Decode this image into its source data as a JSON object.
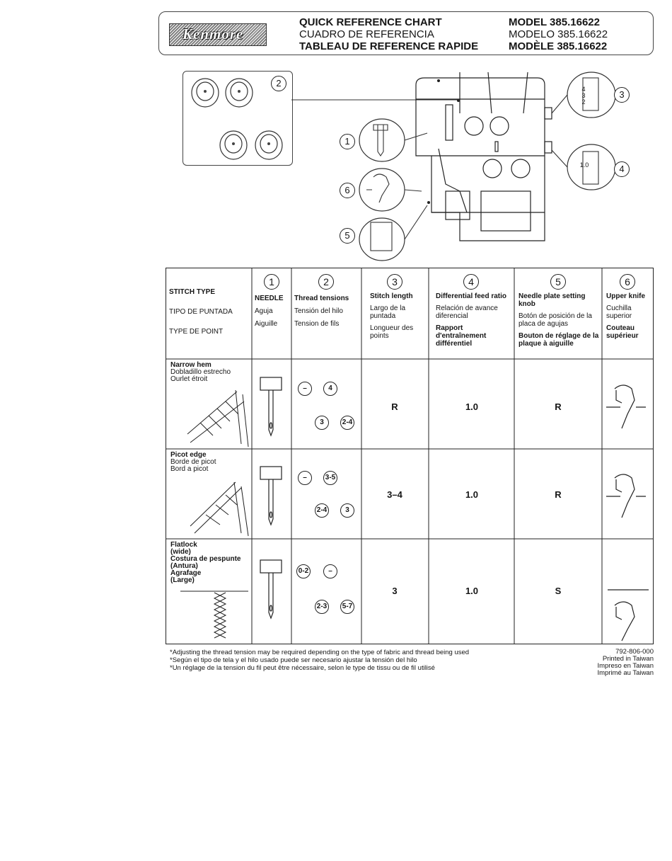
{
  "header": {
    "logo_text": "Kenmore",
    "title_lines": [
      "QUICK REFERENCE CHART",
      "CUADRO DE REFERENCIA",
      "TABLEAU DE REFERENCE RAPIDE"
    ],
    "model_lines": [
      "MODEL 385.16622",
      "MODELO 385.16622",
      "MODÈLE 385.16622"
    ]
  },
  "diagram": {
    "callouts": [
      "1",
      "2",
      "3",
      "4",
      "5",
      "6"
    ],
    "gauge_stitch": [
      "4",
      "3",
      "2"
    ],
    "gauge_diff": "1.0"
  },
  "table": {
    "col_numbers": [
      "1",
      "2",
      "3",
      "4",
      "5",
      "6"
    ],
    "stitch_type": [
      "STITCH TYPE",
      "TIPO DE PUNTADA",
      "TYPE DE POINT"
    ],
    "needle": [
      "NEEDLE",
      "Aguja",
      "Aiguille"
    ],
    "thread": [
      "Thread tensions",
      "Tensión del hilo",
      "Tension de fils"
    ],
    "stitch_length": [
      "Stitch length",
      "Largo de la puntada",
      "Longueur des points"
    ],
    "diff_feed": [
      "Differential feed ratio",
      "Relación de avance diferencial",
      "Rapport d'entraînement différentiel"
    ],
    "needle_plate": [
      "Needle plate setting knob",
      "Botón de posición de la placa de agujas",
      "Bouton de réglage de la plaque à aiguille"
    ],
    "upper_knife": [
      "Upper knife",
      "Cuchilla superior",
      "Couteau supérieur"
    ],
    "rows": [
      {
        "names": [
          "Narrow hem",
          "Dobladillo estrecho",
          "Ourlet étroit"
        ],
        "tensions": [
          "–",
          "4",
          "3",
          "2-4"
        ],
        "length": "R",
        "diff": "1.0",
        "plate": "R"
      },
      {
        "names": [
          "Picot edge",
          "Borde de picot",
          "Bord a picot"
        ],
        "tensions": [
          "–",
          "3-5",
          "2-4",
          "3"
        ],
        "length": "3–4",
        "diff": "1.0",
        "plate": "R"
      },
      {
        "names": [
          "Flatlock",
          "(wide)",
          "Costura de pespunte",
          "(Antura)",
          "Agrafage",
          "(Large)"
        ],
        "tensions": [
          "0-2",
          "–",
          "2-3",
          "5-7"
        ],
        "length": "3",
        "diff": "1.0",
        "plate": "S"
      }
    ]
  },
  "footer": {
    "notes": [
      "*Adjusting the thread tension may be required depending on the type of fabric and thread being used",
      "*Según el tipo de tela y el hilo usado puede ser necesario ajustar la tensión del hilo",
      "*Un réglage de la tension du fil peut être nécessaire, selon le type de tissu ou de fil utilisé"
    ],
    "code": "792-806-000",
    "printed": [
      "Printed in Taiwan",
      "Impreso en Taiwan",
      "Imprimé au Taiwan"
    ]
  }
}
